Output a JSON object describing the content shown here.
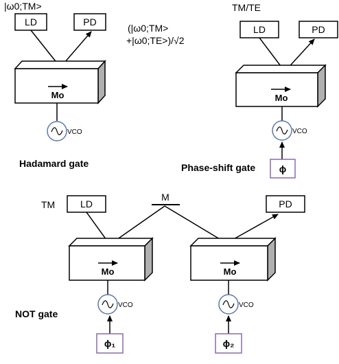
{
  "colors": {
    "line": "#000000",
    "box_front": "#ffffff",
    "box_top": "#ffffff",
    "box_side": "#b0b0b0",
    "vco_circle": "#5a78a8",
    "phi_box": "#8a6aa8"
  },
  "icons": {
    "sine": "sine-wave-icon",
    "arrow": "arrow-right-icon"
  },
  "hadamard": {
    "input_state": "|ω0;TM>",
    "source": "LD",
    "detector": "PD",
    "output_state_line1": "(|ω0;TM>",
    "output_state_line2": "+|ω0;TE>)/√2",
    "modulator": "Mo",
    "vco": "VCO",
    "caption": "Hadamard gate"
  },
  "phase_shift": {
    "input_state": "TM/TE",
    "source": "LD",
    "detector": "PD",
    "modulator": "Mo",
    "vco": "VCO",
    "phase_control": "ϕ",
    "caption": "Phase-shift gate"
  },
  "not_gate": {
    "input_state": "TM",
    "source": "LD",
    "mirror": "M",
    "detector": "PD",
    "modulator_1": "Mo",
    "modulator_2": "Mo",
    "vco_1": "VCO",
    "vco_2": "VCO",
    "phase_control_1": "ϕ₁",
    "phase_control_2": "ϕ₂",
    "caption": "NOT gate"
  }
}
